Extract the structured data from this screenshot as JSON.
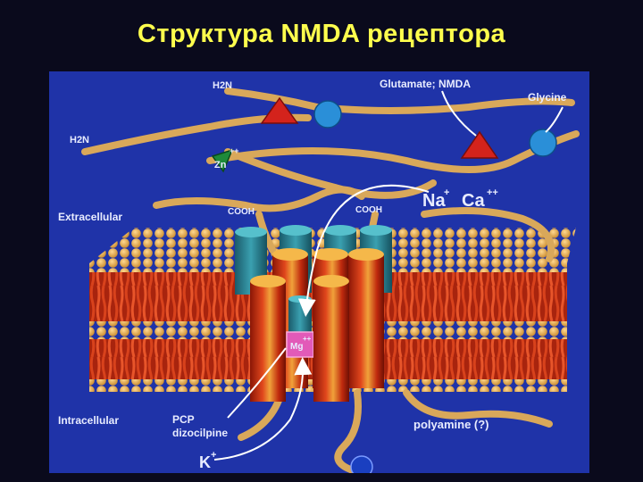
{
  "title": "Структура NMDA рецептора",
  "diagram": {
    "labels": {
      "h2n_top": "H2N",
      "h2n_left": "H2N",
      "glutamate_nmda": "Glutamate; NMDA",
      "glycine": "Glycine",
      "zn": "Zn",
      "zn_charge": "++",
      "extracellular": "Extracellular",
      "cooh_left": "COOH",
      "cooh_right": "COOH",
      "na": "Na",
      "na_charge": "+",
      "ca": "Ca",
      "ca_charge": "++",
      "mg": "Mg",
      "mg_charge": "++",
      "intracellular": "Intracellular",
      "pcp": "PCP",
      "dizocilpine": "dizocilpine",
      "polyamine": "polyamine (?)",
      "k": "K",
      "k_charge": "+"
    },
    "colors": {
      "background": "#1f33a8",
      "lipid_head": "#e8a94a",
      "lipid_tail": "#c0341a",
      "chain": "#d9a85a",
      "cylinder": "#c62a10",
      "ligand_triangle": "#d4231c",
      "ligand_circle": "#2a8fd8",
      "zn_marker": "#1e8a3a",
      "mg_block": "#e25ab8",
      "title": "#ffff4d"
    }
  }
}
